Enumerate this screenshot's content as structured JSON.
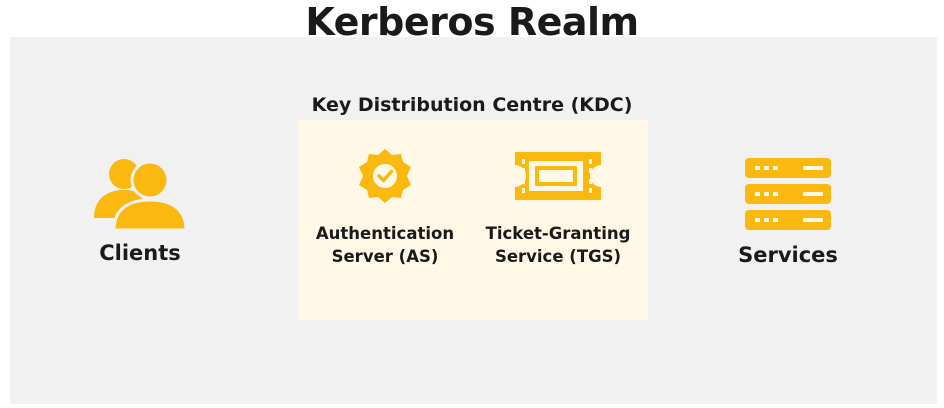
{
  "title": "Kerberos Realm",
  "kdc": {
    "title": "Key Distribution Centre (KDC)",
    "components": [
      {
        "line1": "Authentication",
        "line2": "Server (AS)",
        "icon": "verified-badge-icon"
      },
      {
        "line1": "Ticket-Granting",
        "line2": "Service (TGS)",
        "icon": "ticket-icon"
      }
    ]
  },
  "clients": {
    "label": "Clients",
    "icon": "users-icon"
  },
  "services": {
    "label": "Services",
    "icon": "server-stack-icon"
  },
  "colors": {
    "accent": "#fbb80f",
    "realm_background": "#f1f1f1",
    "kdc_background": "#fff8e7",
    "text": "#1a1a1a"
  }
}
